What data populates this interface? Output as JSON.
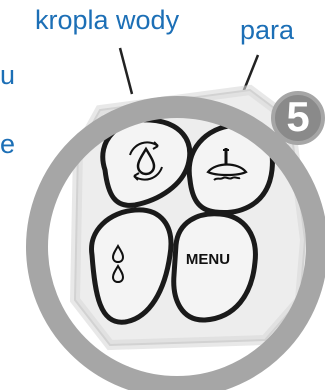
{
  "labels": {
    "water_drop": "kropla wody",
    "steam": "para",
    "edge_fragment_1": "u",
    "edge_fragment_2": "e"
  },
  "badge": {
    "number": "5"
  },
  "control_panel": {
    "menu_button_label": "MENU"
  },
  "icons": [
    "water-drop-cycle-icon",
    "steam-iron-icon",
    "double-drop-icon"
  ],
  "colors": {
    "label_blue": "#1c6fb6",
    "ring_gray": "#a6a6a6",
    "panel_shade": "#cfcfcf",
    "button_outline": "#1a1a1a"
  }
}
